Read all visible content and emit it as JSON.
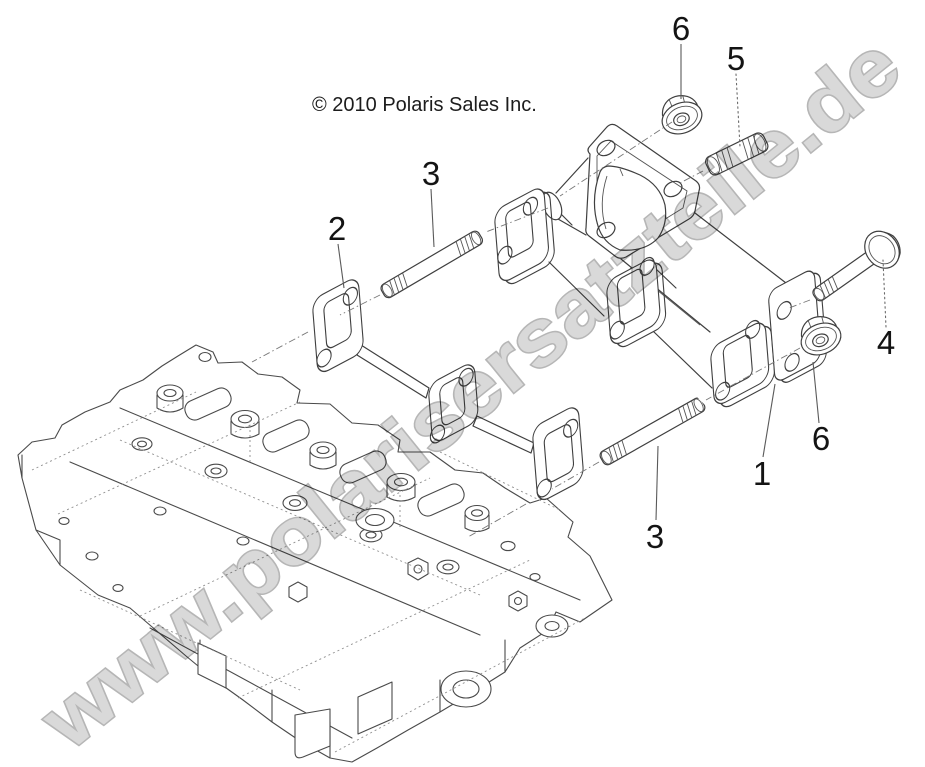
{
  "diagram": {
    "copyright": "© 2010 Polaris Sales Inc.",
    "watermark": "www.polarisersatzteile.de",
    "callouts": [
      {
        "label": "6",
        "part": "flange-nut-upper"
      },
      {
        "label": "5",
        "part": "short-stud"
      },
      {
        "label": "3",
        "part": "stud-upper"
      },
      {
        "label": "2",
        "part": "exhaust-gasket"
      },
      {
        "label": "4",
        "part": "flange-bolt"
      },
      {
        "label": "6",
        "part": "flange-nut-right"
      },
      {
        "label": "1",
        "part": "exhaust-manifold"
      },
      {
        "label": "3",
        "part": "stud-lower"
      }
    ],
    "colors": {
      "background": "#ffffff",
      "line": "#3f3f3f",
      "label": "#141414",
      "watermark_fill": "#d9d9d9",
      "watermark_stroke": "#b6b6b6"
    }
  }
}
